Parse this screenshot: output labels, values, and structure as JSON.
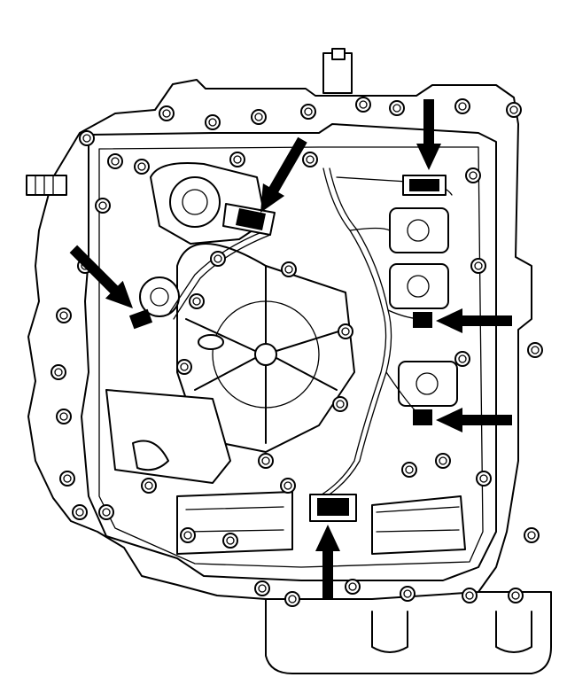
{
  "figure": {
    "subject": "transmission-valve-body",
    "colors": {
      "line": "#000000",
      "background": "#ffffff",
      "shade": "#d9d9d9"
    },
    "icons": [
      "callout-arrow-icon",
      "bolt-icon",
      "solenoid-icon",
      "connector-icon"
    ],
    "callout_count": 6,
    "bolt_count": 46
  }
}
